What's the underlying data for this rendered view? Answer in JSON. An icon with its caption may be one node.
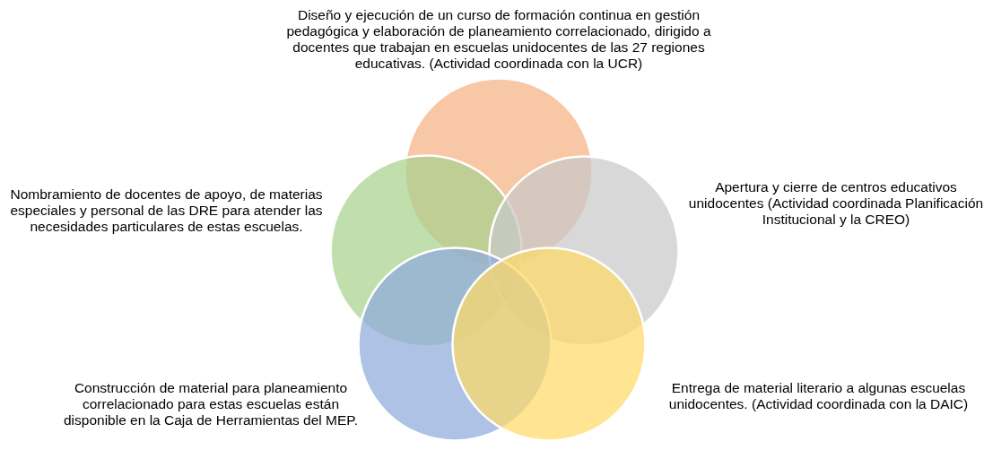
{
  "diagram": {
    "nodes": [
      {
        "text": [],
        "shape": "circle",
        "beside": [
          "Diseño y ejecución de un curso de formación continua en gestión pedagógica y elaboración de planeamiento correlacionado, dirigido a docentes que trabajan en escuelas unidocentes de las 27 regiones educativas. (Actividad coordinada con la UCR)"
        ]
      },
      {
        "text": [],
        "shape": "circle",
        "beside": [
          "Nombramiento de docentes de apoyo, de materias especiales y personal de las DRE para atender las necesidades particulares de estas escuelas."
        ]
      },
      {
        "text": [],
        "shape": "circle",
        "beside": [
          "Apertura y cierre de centros educativos unidocentes (Actividad coordinada Planificación Institucional y la CREO)"
        ]
      },
      {
        "text": [],
        "shape": "circle",
        "beside": [
          "Construcción de material para planeamiento correlacionado para estas escuelas están disponible en la Caja de Herramientas del MEP."
        ]
      },
      {
        "text": [],
        "shape": "circle",
        "beside": [
          "Entrega de material literario a algunas escuelas unidocentes. (Actividad coordinada con la DAIC)"
        ]
      }
    ]
  }
}
